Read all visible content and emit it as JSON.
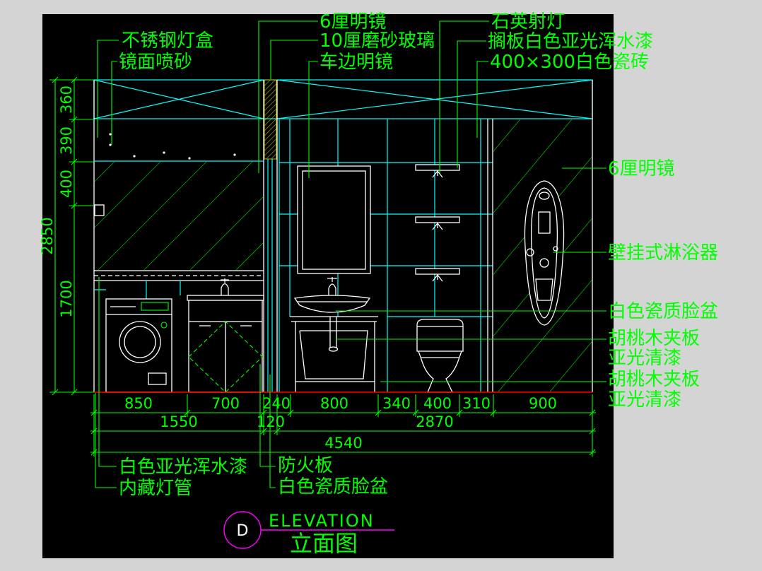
{
  "colors": {
    "page_background": "#d4d4d4",
    "canvas_background": "#000000",
    "annotation_text": "#00ff00",
    "outline_white": "#ffffff",
    "tile_cyan": "#00ffff",
    "hatch_green": "#00ff00",
    "glass_hatch": "#b4b400",
    "floor_red": "#ff0000",
    "title_magenta": "#ff00ff"
  },
  "annotations": {
    "top": [
      "不锈钢灯盒",
      "镜面喷砂",
      "6厘明镜",
      "10厘磨砂玻璃",
      "车边明镜",
      "石英射灯",
      "搁板白色亚光浑水漆",
      "400×300白色瓷砖"
    ],
    "right": [
      "6厘明镜",
      "壁挂式淋浴器",
      "白色瓷质脸盆",
      "胡桃木夹板",
      "亚光清漆",
      "胡桃木夹板",
      "亚光清漆"
    ],
    "bottom": [
      "白色亚光浑水漆",
      "内藏灯管",
      "防火板",
      "白色瓷质脸盆"
    ]
  },
  "dimensions": {
    "vertical": [
      "360",
      "390",
      "400",
      "1700"
    ],
    "vertical_total": "2850",
    "horizontal_row1": [
      "850",
      "700",
      "240",
      "800",
      "340",
      "400",
      "310",
      "900"
    ],
    "horizontal_row2": [
      "1550",
      "120",
      "2870"
    ],
    "overall": "4540"
  },
  "title": {
    "marker": "D",
    "english": "ELEVATION",
    "chinese": "立面图"
  }
}
